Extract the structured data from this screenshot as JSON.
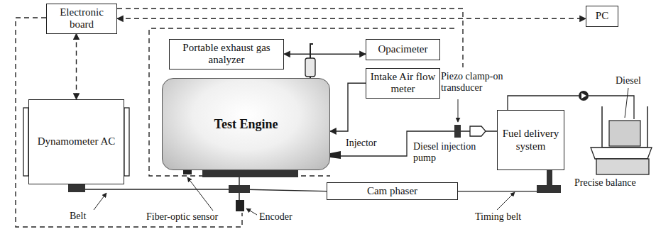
{
  "diagram": {
    "nodes": [
      {
        "text": [
          "Electronic board"
        ]
      },
      {
        "text": [
          "PC"
        ]
      },
      {
        "text": [
          "Portable exhaust gas analyzer"
        ]
      },
      {
        "text": [
          "Opacimeter"
        ]
      },
      {
        "text": [
          "Intake Air flow meter"
        ]
      },
      {
        "text": [
          "Test Engine"
        ]
      },
      {
        "text": [
          "Dynamometer AC"
        ]
      },
      {
        "text": [
          "Fuel delivery system"
        ]
      },
      {
        "text": [
          "Cam phaser"
        ]
      }
    ],
    "edges": [
      {
        "from": 0,
        "to": 1,
        "arrow": "both"
      },
      {
        "from": 0,
        "to": 6,
        "arrow": "both"
      },
      {
        "from": 2,
        "to": 3,
        "arrow": "both"
      },
      {
        "from": 4,
        "to": 5,
        "arrow": "to"
      },
      {
        "from": 6,
        "to": 5,
        "arrow": "none"
      },
      {
        "from": 5,
        "to": 8,
        "arrow": "none"
      },
      {
        "from": 8,
        "to": 7,
        "arrow": "none"
      }
    ],
    "labels": [
      "Piezo clamp-on transducer",
      "Diesel",
      "Injector",
      "Diesel injection pump",
      "Precise balance",
      "Belt",
      "Fiber-optic sensor",
      "Encoder",
      "Timing belt"
    ]
  }
}
